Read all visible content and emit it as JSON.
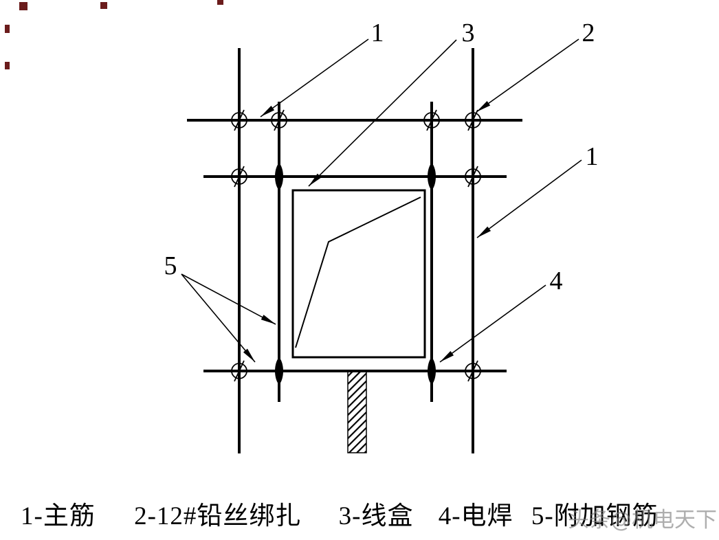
{
  "diagram": {
    "callouts": {
      "c1_top": "1",
      "c3": "3",
      "c2": "2",
      "c1_right": "1",
      "c4": "4",
      "c5": "5"
    },
    "legend": {
      "items": [
        "1-主筋",
        "2-12#铅丝绑扎",
        "3-线盒",
        "4-电焊",
        "5-附加钢筋"
      ]
    },
    "watermark": "头条@机电天下",
    "colors": {
      "line": "#000000",
      "watermark": "#7d7d7d",
      "background": "#ffffff"
    }
  }
}
